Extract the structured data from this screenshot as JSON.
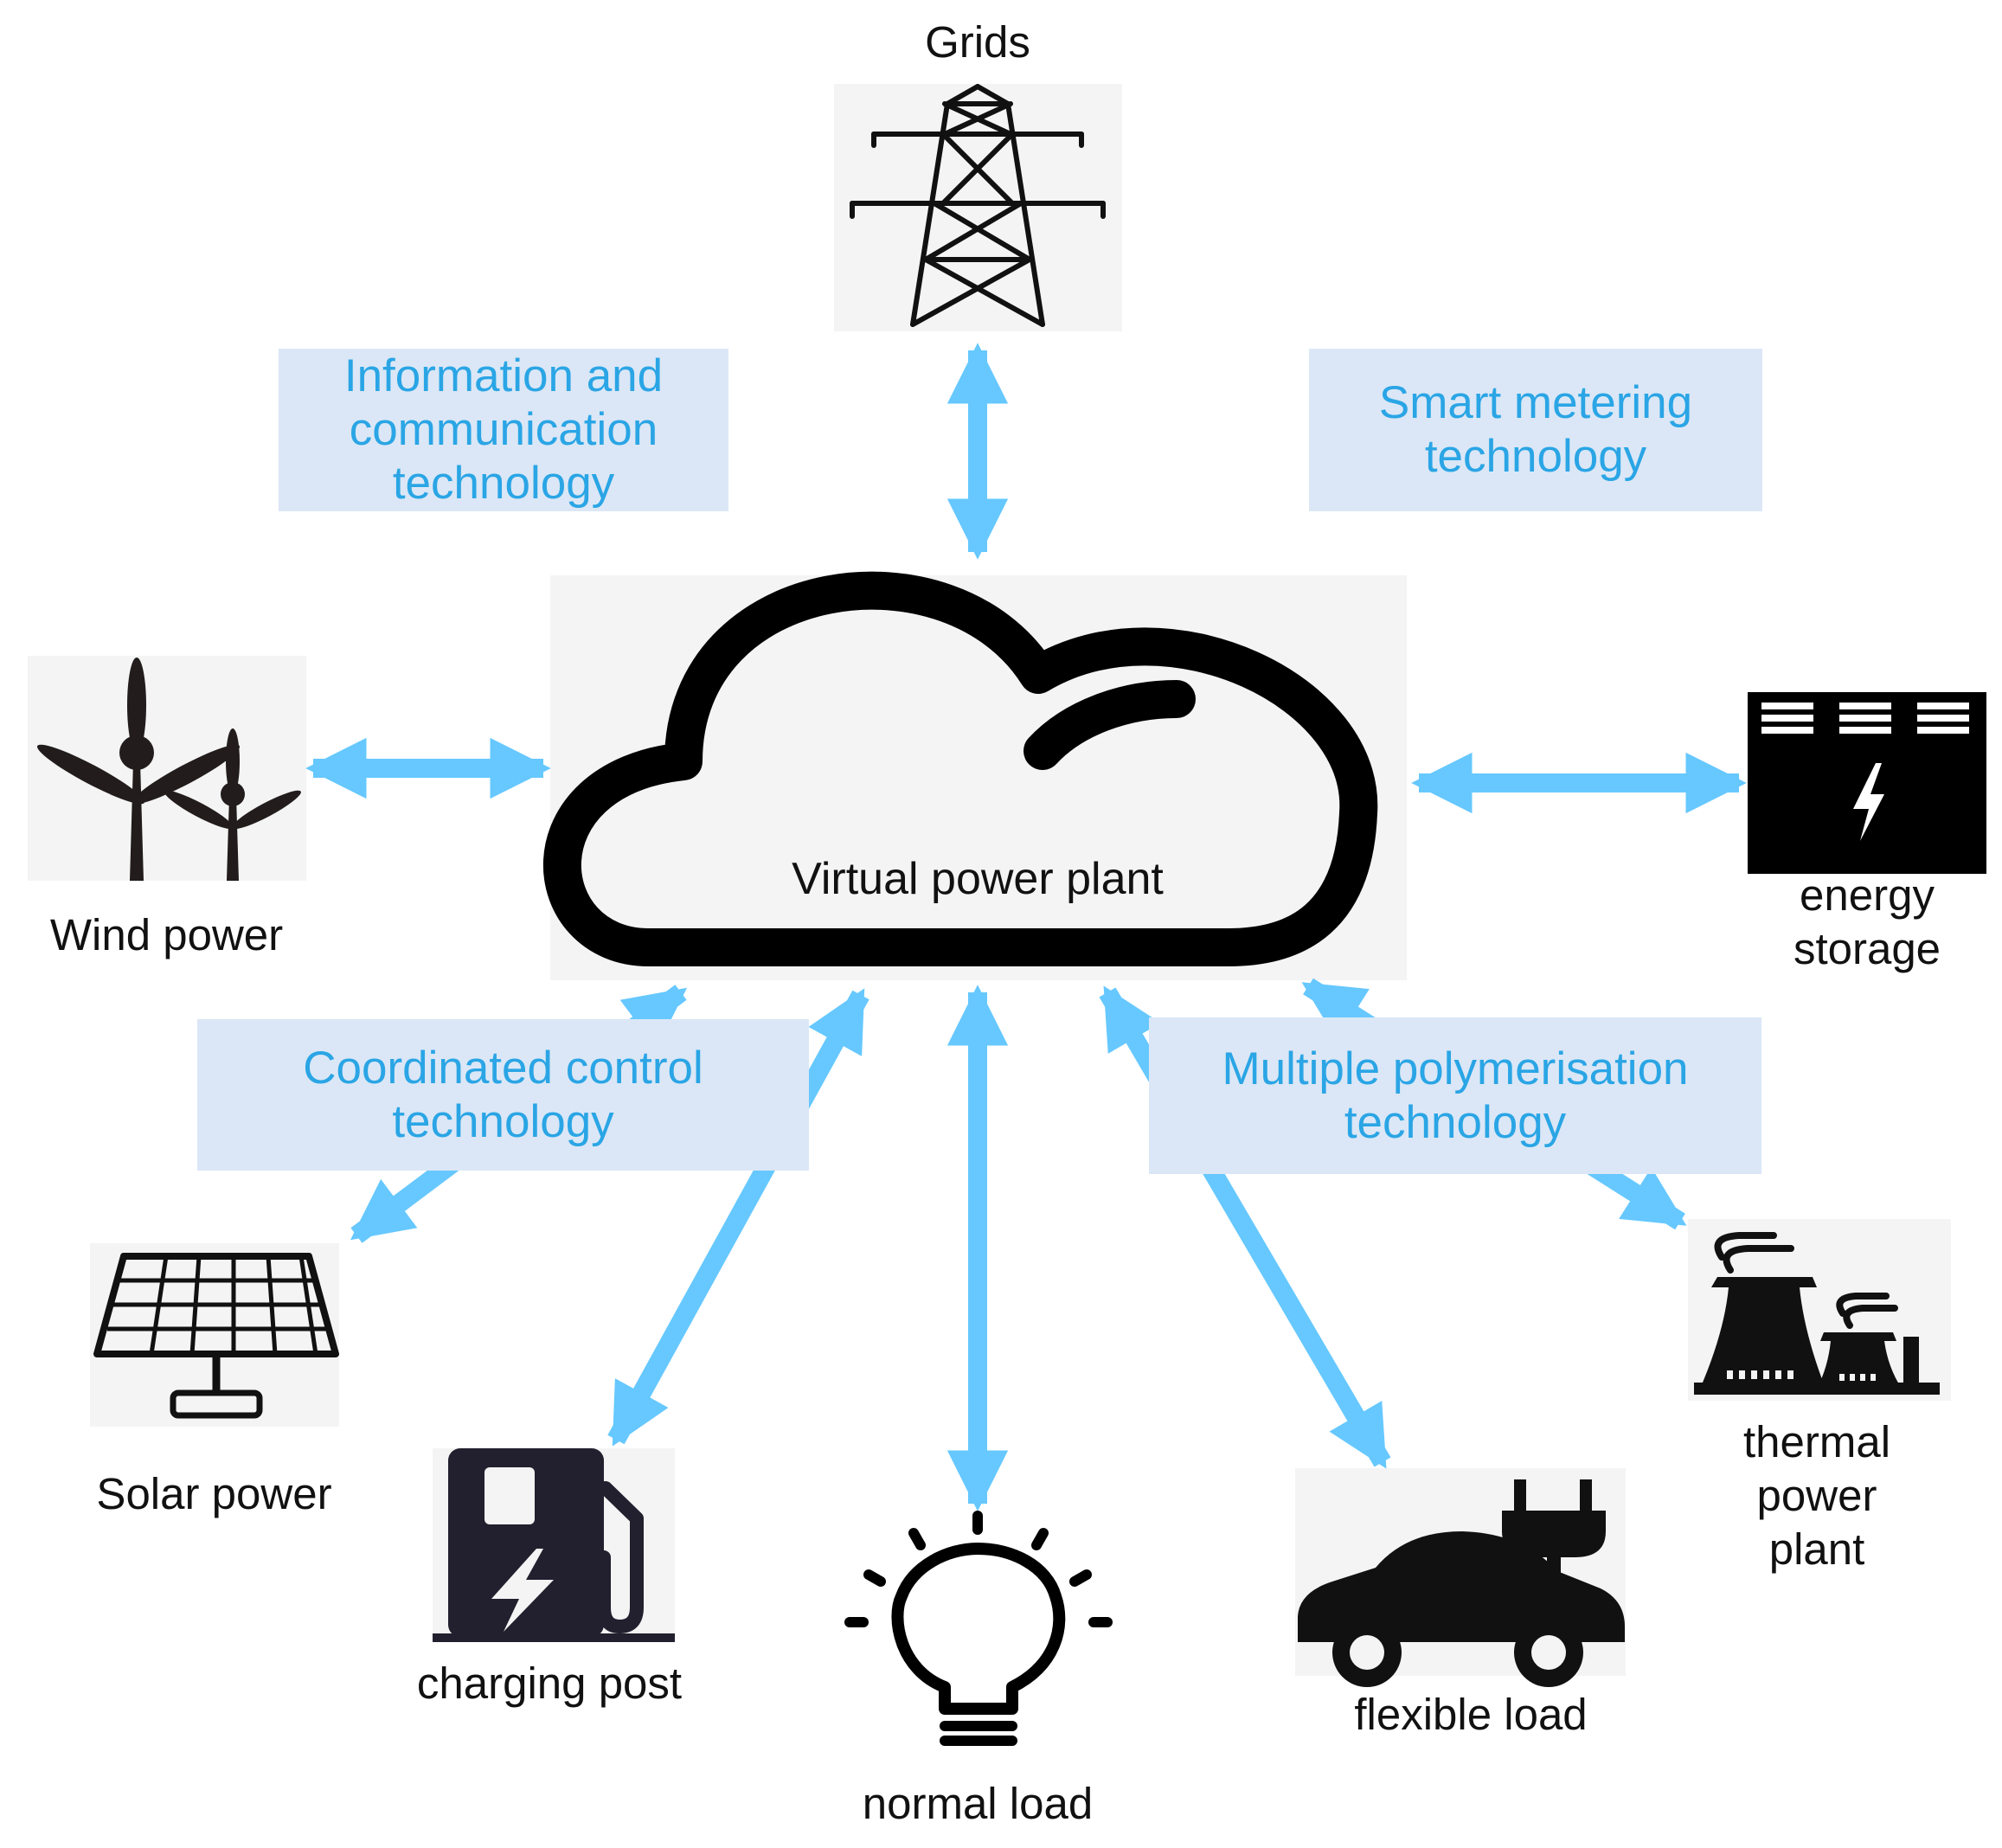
{
  "diagram": {
    "title": "",
    "center": {
      "label": "Virtual power plant"
    },
    "nodes": {
      "grids": "Grids",
      "wind_power": "Wind power",
      "energy_storage": "energy\nstorage",
      "solar_power": "Solar power",
      "charging_post": "charging post",
      "normal_load": "normal load",
      "flexible_load": "flexible load",
      "thermal_power_plant": "thermal\npower\nplant"
    },
    "technologies": {
      "ict": "Information and\ncommunication\ntechnology",
      "smart_metering": "Smart metering\ntechnology",
      "coordinated_control": "Coordinated control\ntechnology",
      "multiple_polymerisation": "Multiple polymerisation\ntechnology"
    },
    "colors": {
      "arrow": "#66c8ff",
      "tech_box_fill": "#dbe7f6",
      "tech_text": "#2aa5e5",
      "icon": "#111111"
    },
    "connections": [
      {
        "from": "Virtual power plant",
        "to": "Grids",
        "direction": "bidirectional"
      },
      {
        "from": "Virtual power plant",
        "to": "Wind power",
        "direction": "bidirectional"
      },
      {
        "from": "Virtual power plant",
        "to": "energy storage",
        "direction": "bidirectional"
      },
      {
        "from": "Virtual power plant",
        "to": "Solar power",
        "direction": "bidirectional"
      },
      {
        "from": "Virtual power plant",
        "to": "charging post",
        "direction": "bidirectional"
      },
      {
        "from": "Virtual power plant",
        "to": "normal load",
        "direction": "bidirectional"
      },
      {
        "from": "Virtual power plant",
        "to": "flexible load",
        "direction": "bidirectional"
      },
      {
        "from": "Virtual power plant",
        "to": "thermal power plant",
        "direction": "bidirectional"
      }
    ]
  }
}
